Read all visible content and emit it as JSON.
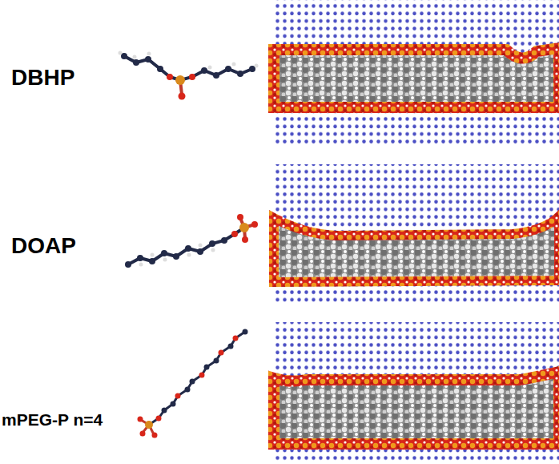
{
  "diagram": {
    "labels": [
      "DBHP",
      "DOAP",
      "mPEG-P n=4"
    ]
  }
}
